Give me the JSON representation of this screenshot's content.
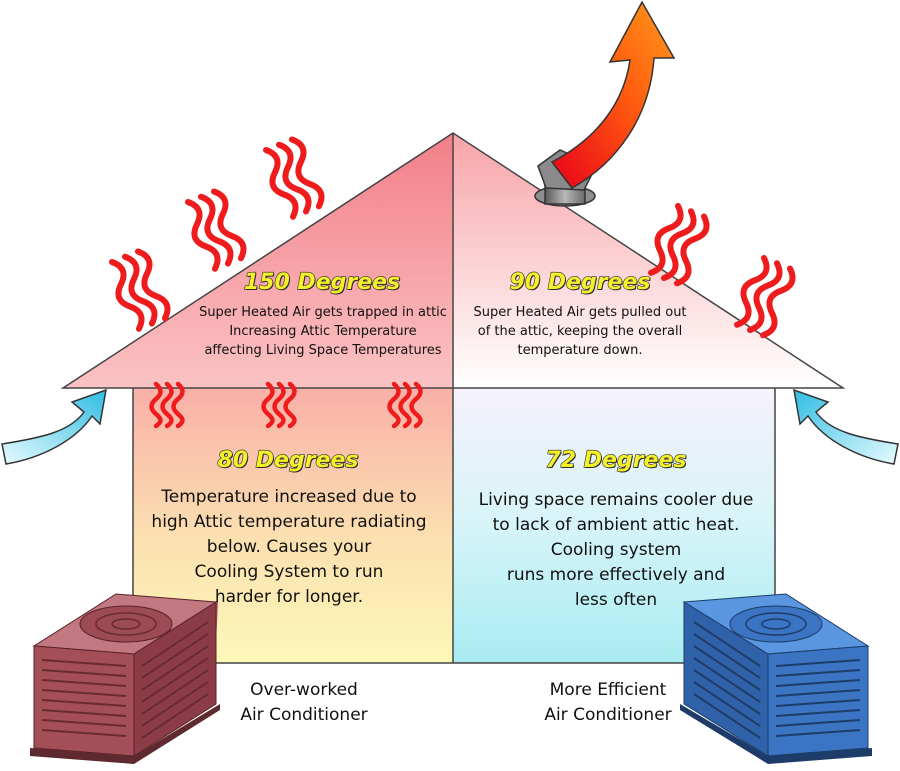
{
  "attic_left": {
    "temperature": "150 Degrees",
    "lines": [
      "Super Heated Air gets trapped in attic",
      "Increasing Attic Temperature",
      "affecting Living Space Temperatures"
    ]
  },
  "attic_right": {
    "temperature": "90 Degrees",
    "lines": [
      "Super Heated Air gets pulled out",
      "of the attic, keeping the overall",
      "temperature down."
    ]
  },
  "living_left": {
    "temperature": "80 Degrees",
    "lines": [
      "Temperature increased due to",
      "high Attic temperature radiating",
      "below. Causes your",
      "Cooling System to run",
      "harder for longer."
    ]
  },
  "living_right": {
    "temperature": "72 Degrees",
    "lines": [
      "Living space remains cooler due",
      "to lack of ambient attic heat.",
      "Cooling system",
      "runs more effectively and",
      "less often"
    ]
  },
  "ac_left": {
    "lines": [
      "Over-worked",
      "Air Conditioner"
    ]
  },
  "ac_right": {
    "lines": [
      "More Efficient",
      "Air Conditioner"
    ]
  },
  "colors": {
    "attic_left": "#f7a4a8",
    "attic_right": "#fbdede",
    "living_left_top": "#f9b0a8",
    "living_left_bottom": "#fdf8b8",
    "living_right_top": "#f4f0f8",
    "living_right_bottom": "#a8ecf2",
    "heat_waves": "#ee1c1c",
    "intake_arrow": "#3cc6e6",
    "exhaust_arrow_base": "#e8001a",
    "exhaust_arrow_tip": "#ff9a1a",
    "degree_text": "#f4f02a",
    "ac_left": "#a84e58",
    "ac_right": "#3f7fd0"
  },
  "icons": [
    "heat-wave-icon",
    "intake-arrow-icon",
    "exhaust-arrow-icon",
    "roof-vent-icon",
    "air-conditioner-icon"
  ]
}
